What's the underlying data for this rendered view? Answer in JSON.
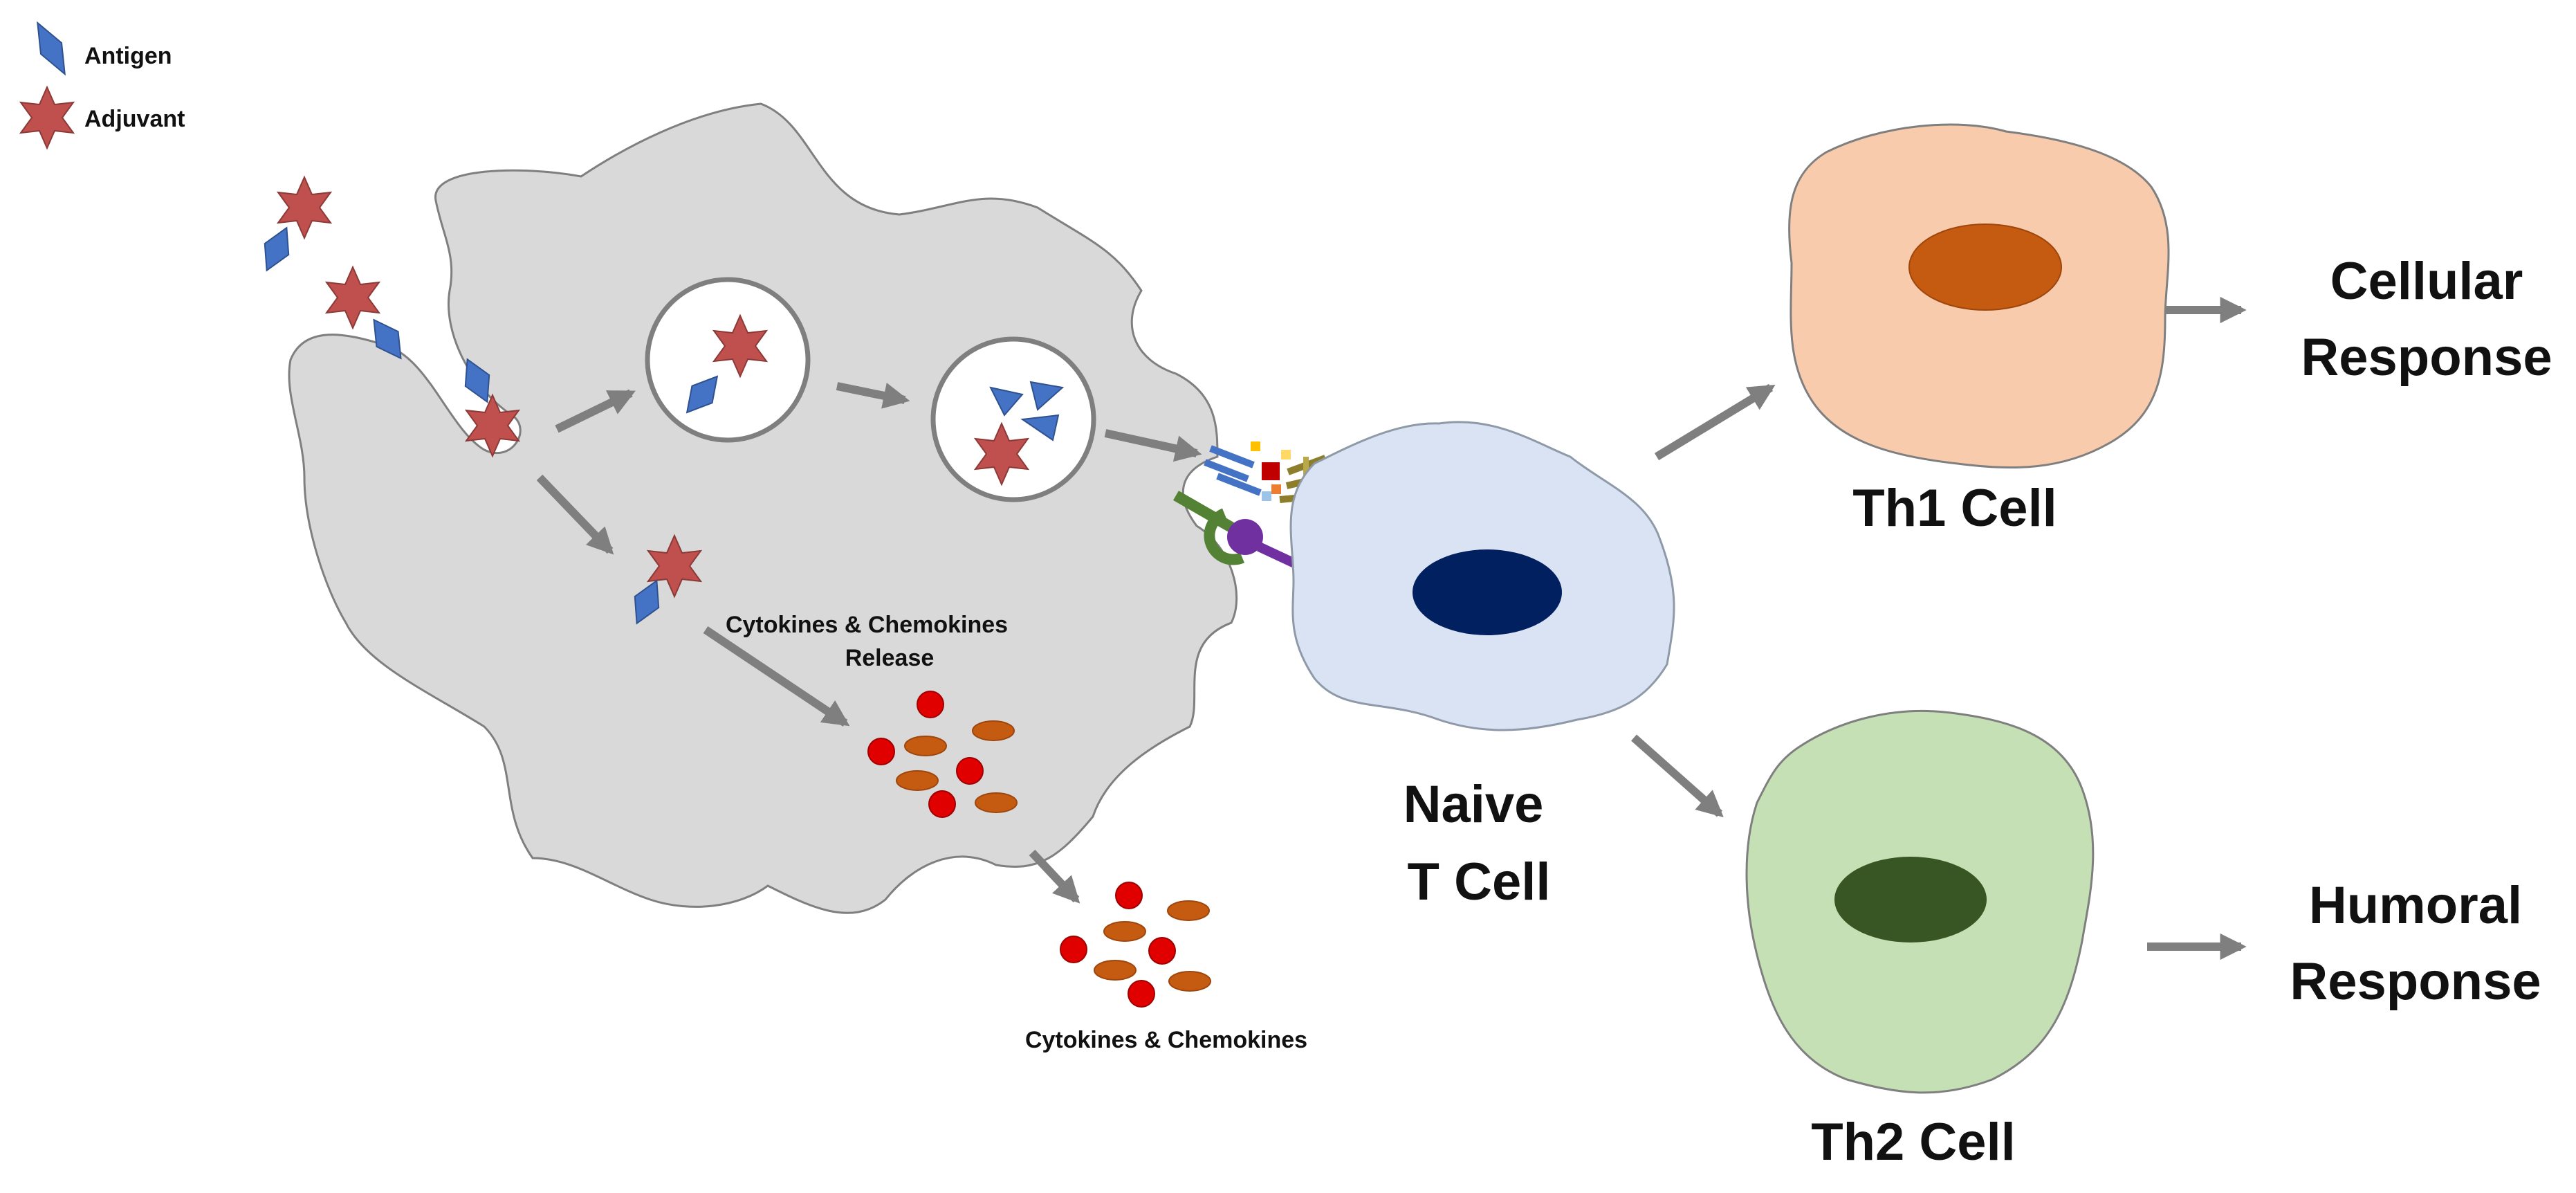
{
  "legend": {
    "antigen": "Antigen",
    "adjuvant": "Adjuvant"
  },
  "labels": {
    "release_line1": "Cytokines & Chemokines",
    "release_line2": "Release",
    "cytokines": "Cytokines & Chemokines",
    "naive_line1": "Naive",
    "naive_line2": "T Cell",
    "th1": "Th1 Cell",
    "th2": "Th2 Cell",
    "cellular_line1": "Cellular",
    "cellular_line2": "Response",
    "humoral_line1": "Humoral",
    "humoral_line2": "Response"
  },
  "colors": {
    "antigen": "#4472c4",
    "adjuvant": "#c0504d",
    "apc": "#d9d9d9",
    "naive_cell": "#dae3f3",
    "naive_nucleus": "#002060",
    "th1_cell": "#f8cbad",
    "th1_nucleus": "#c55a11",
    "th2_cell": "#c5e0b4",
    "th2_nucleus": "#375623",
    "cytokine_red": "#e00000",
    "cytokine_orange": "#c55a11",
    "arrow": "#7f7f7f"
  }
}
